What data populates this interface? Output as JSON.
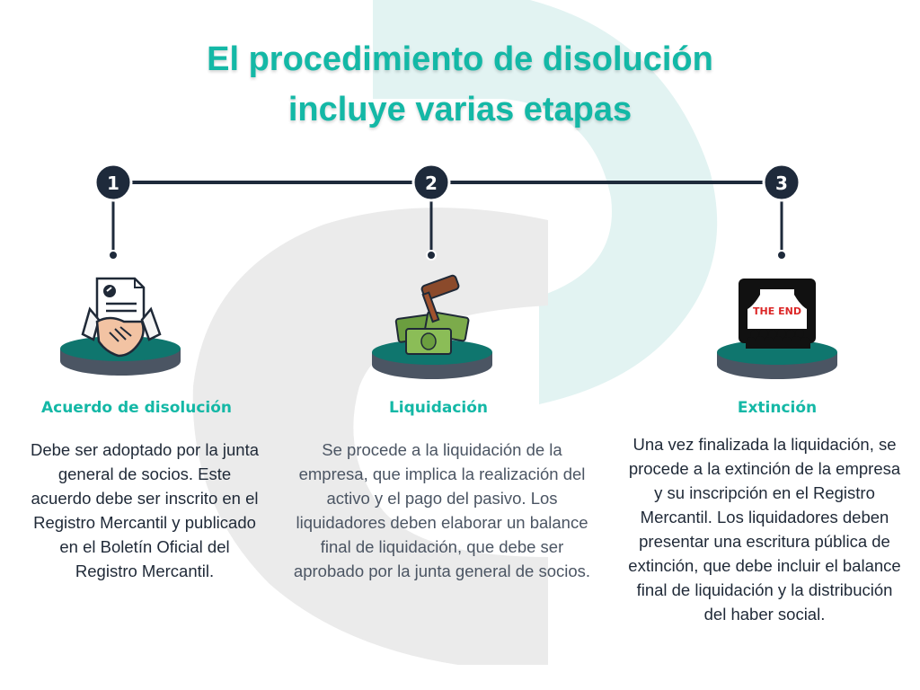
{
  "title": {
    "line1": "El procedimiento de disolución",
    "line2": "incluye varias etapas"
  },
  "colors": {
    "accent": "#14b8a6",
    "navy": "#1e2a3b",
    "pedestal_top": "#0f766e",
    "pedestal_side": "#4b5563",
    "background_mark_gray": "#e5e7eb",
    "background_mark_teal": "#e0f2f1"
  },
  "steps": [
    {
      "number": "1",
      "icon": "handshake-contract-icon",
      "heading": "Acuerdo de disolución",
      "text": "Debe ser adoptado por la junta general de socios. Este acuerdo debe ser inscrito en el Registro Mercantil y publicado en el Boletín Oficial del Registro Mercantil."
    },
    {
      "number": "2",
      "icon": "gavel-money-icon",
      "heading": "Liquidación",
      "text": "Se procede a la liquidación de la empresa, que implica la realización del activo y el pago del pasivo. Los liquidadores deben elaborar un balance final de liquidación, que debe ser aprobado por la junta general de socios."
    },
    {
      "number": "3",
      "icon": "theater-the-end-icon",
      "icon_label": "THE END",
      "heading": "Extinción",
      "text": "Una vez finalizada la liquidación, se procede a la extinción de la empresa y su inscripción en el Registro Mercantil. Los liquidadores deben presentar una escritura pública de extinción, que debe incluir el balance final de liquidación y la distribución del haber social."
    }
  ]
}
